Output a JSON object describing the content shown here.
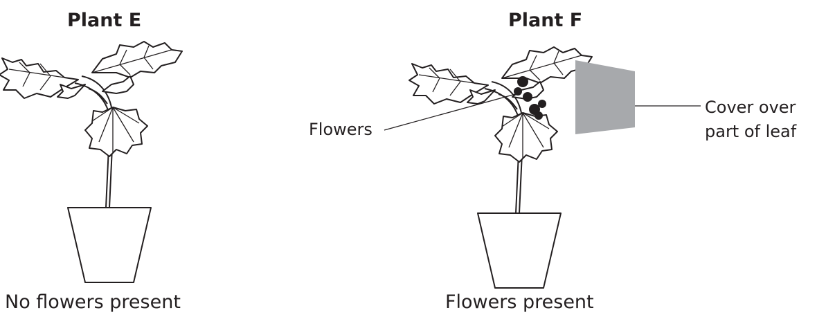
{
  "plants": [
    {
      "title": "Plant E",
      "caption": "No flowers present"
    },
    {
      "title": "Plant F",
      "caption": "Flowers present"
    }
  ],
  "labels": {
    "flowers": "Flowers",
    "cover_line1": "Cover over",
    "cover_line2": "part of leaf"
  },
  "colors": {
    "line": "#231f20",
    "cover": "#a7a9ac",
    "background": "#ffffff"
  }
}
